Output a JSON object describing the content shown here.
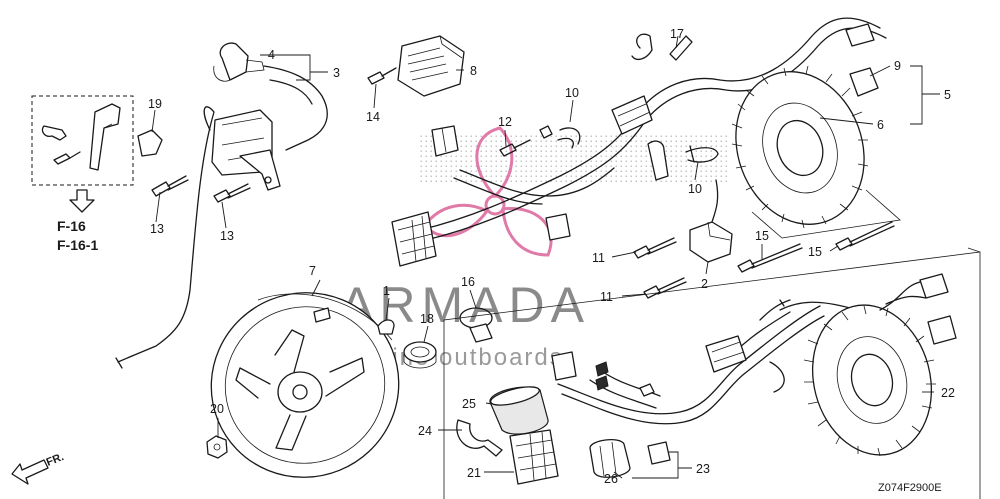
{
  "watermark": {
    "brand": "ARMADA",
    "tagline": "marine outboards",
    "accent": "#e07aa8"
  },
  "reference": {
    "line1": "F-16",
    "line2": "F-16-1"
  },
  "diagram_code": "Z074F2900E",
  "direction_label": "FR.",
  "callouts": [
    {
      "id": "c1",
      "label": "1"
    },
    {
      "id": "c2",
      "label": "2"
    },
    {
      "id": "c3",
      "label": "3"
    },
    {
      "id": "c4",
      "label": "4"
    },
    {
      "id": "c5",
      "label": "5"
    },
    {
      "id": "c6",
      "label": "6"
    },
    {
      "id": "c7",
      "label": "7"
    },
    {
      "id": "c8",
      "label": "8"
    },
    {
      "id": "c9",
      "label": "9"
    },
    {
      "id": "c10a",
      "label": "10"
    },
    {
      "id": "c10b",
      "label": "10"
    },
    {
      "id": "c11a",
      "label": "11"
    },
    {
      "id": "c11b",
      "label": "11"
    },
    {
      "id": "c12",
      "label": "12"
    },
    {
      "id": "c13a",
      "label": "13"
    },
    {
      "id": "c13b",
      "label": "13"
    },
    {
      "id": "c14",
      "label": "14"
    },
    {
      "id": "c15a",
      "label": "15"
    },
    {
      "id": "c15b",
      "label": "15"
    },
    {
      "id": "c16",
      "label": "16"
    },
    {
      "id": "c17",
      "label": "17"
    },
    {
      "id": "c18",
      "label": "18"
    },
    {
      "id": "c19",
      "label": "19"
    },
    {
      "id": "c20",
      "label": "20"
    },
    {
      "id": "c21",
      "label": "21"
    },
    {
      "id": "c22",
      "label": "22"
    },
    {
      "id": "c23",
      "label": "23"
    },
    {
      "id": "c24",
      "label": "24"
    },
    {
      "id": "c25",
      "label": "25"
    },
    {
      "id": "c26",
      "label": "26"
    }
  ]
}
